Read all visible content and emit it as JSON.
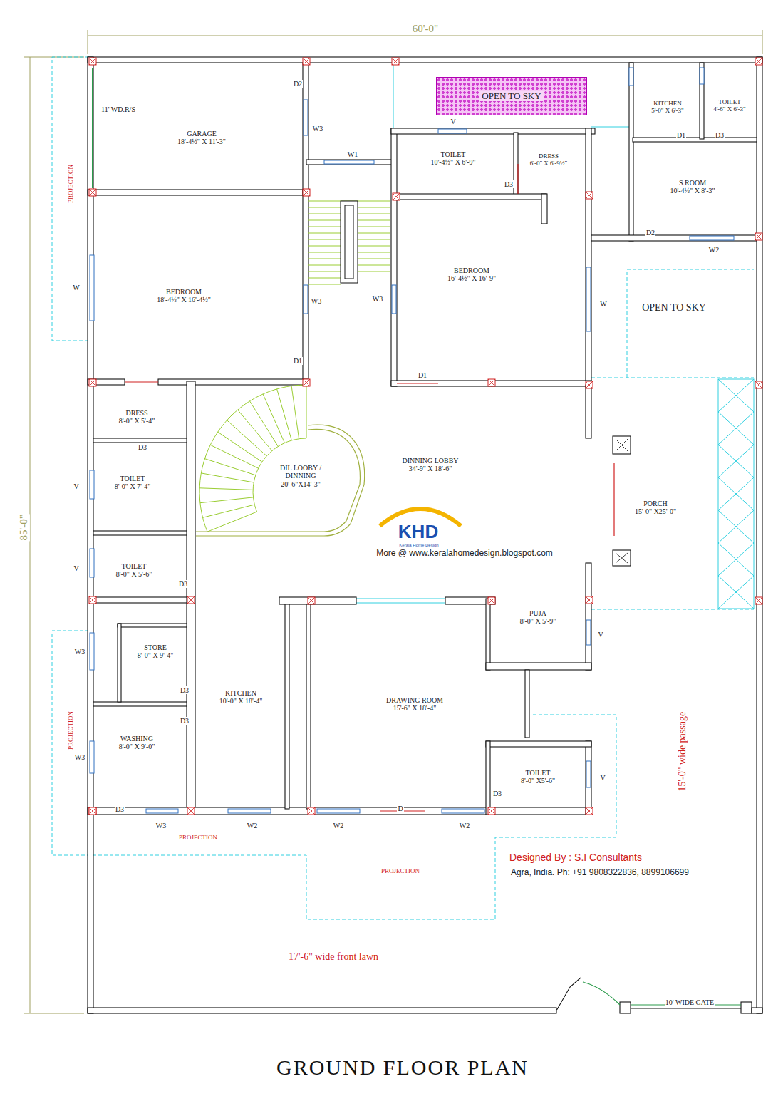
{
  "diagram": {
    "title": "GROUND FLOOR PLAN",
    "nodes": [
      {
        "text": [
          "GARAGE",
          "18'-4½\" X 11'-3\""
        ]
      },
      {
        "text": [
          "OPEN TO SKY"
        ]
      },
      {
        "text": [
          "KITCHEN",
          "5'-0\" X 6'-3\""
        ]
      },
      {
        "text": [
          "TOILET",
          "4'-6\" X 6'-3\""
        ]
      },
      {
        "text": [
          "TOILET",
          "10'-4½\" X 6'-9\""
        ]
      },
      {
        "text": [
          "DRESS",
          "6'-0\" X 6'-9½\""
        ]
      },
      {
        "text": [
          "S.ROOM",
          "10'-4½\" X 8'-3\""
        ]
      },
      {
        "text": [
          "BEDROOM",
          "18'-4½\" X 16'-4½\""
        ]
      },
      {
        "text": [
          "BEDROOM",
          "16'-4½\" X 16'-9\""
        ]
      },
      {
        "text": [
          "OPEN TO SKY"
        ]
      },
      {
        "text": [
          "DRESS",
          "8'-0\" X 5'-4\""
        ]
      },
      {
        "text": [
          "TOILET",
          "8'-0\" X 7'-4\""
        ]
      },
      {
        "text": [
          "DIL LOOBY / DINNING",
          "20'-6\"X14'-3\""
        ]
      },
      {
        "text": [
          "DINNING LOBBY",
          "34'-9\" X 18'-6\""
        ]
      },
      {
        "text": [
          "PORCH",
          "15'-0\" X25'-0\""
        ]
      },
      {
        "text": [
          "TOILET",
          "8'-0\" X 5'-6\""
        ]
      },
      {
        "text": [
          "PUJA",
          "8'-0\" X 5'-9\""
        ]
      },
      {
        "text": [
          "STORE",
          "8'-0\" X 9'-4\""
        ]
      },
      {
        "text": [
          "KITCHEN",
          "10'-0\" X 18'-4\""
        ]
      },
      {
        "text": [
          "DRAWING ROOM",
          "15'-6\" X 18'-4\""
        ]
      },
      {
        "text": [
          "WASHING",
          "8'-0\" X 9'-0\""
        ]
      },
      {
        "text": [
          "TOILET",
          "8'-0\" X5'-6\""
        ]
      }
    ],
    "labels": [
      "60'-0\"",
      "85'-0\"",
      "11' WD.R/S",
      "PROJECTION",
      "W",
      "D2",
      "W3",
      "W1",
      "V",
      "D3",
      "D1",
      "D3",
      "D2",
      "W2",
      "W3",
      "W3",
      "W",
      "D1",
      "D1",
      "D3",
      "V",
      "V",
      "D3",
      "V",
      "W3",
      "D3",
      "D3",
      "PROJECTION",
      "W3",
      "D3",
      "V",
      "D3",
      "D",
      "W3",
      "W2",
      "W2",
      "W2",
      "PROJECTION",
      "PROJECTION",
      "15'-0\" wide passage",
      "Designed By : S.I Consultants",
      "Agra, India. Ph: +91 9808322836, 8899106699",
      "17'-6\" wide front lawn",
      "10' WIDE GATE",
      "KHD",
      "Kerala Home Design",
      "More @ www.keralahomedesign.blogspot.com"
    ]
  }
}
